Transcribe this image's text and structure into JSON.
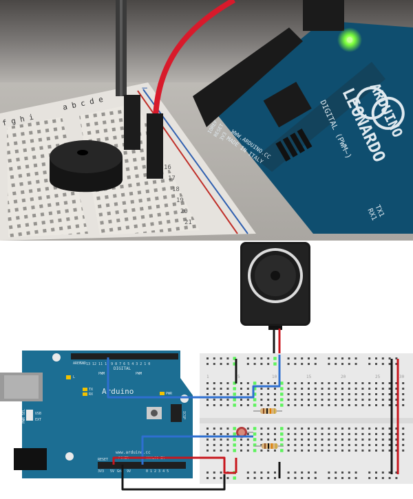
{
  "photo": {
    "board": {
      "brand": "ARDUINO",
      "model": "LEONARDO",
      "site": "WWW.ARDUINO.CC",
      "made_in": "MADE IN ITALY",
      "digital": "DIGITAL (PWM~)",
      "tx": "TX1",
      "rx": "RX1",
      "power_pins": [
        "IOREF",
        "RESET",
        "3V3"
      ]
    },
    "breadboard": {
      "column_letters": "a b c d e",
      "column_letters_far": "f g h i",
      "row_numbers": [
        "16",
        "17",
        "18",
        "19",
        "20",
        "21"
      ],
      "rail_plus": "+",
      "rail_minus": "−"
    },
    "colors": {
      "red_wire": "#d81a2b",
      "black_wire": "#2b2b2b",
      "board_teal": "#0f4e6f",
      "led_green": "#7CFF3a"
    }
  },
  "diagram": {
    "arduino": {
      "title": "Arduino",
      "digital_label": "DIGITAL",
      "aref": "AREF",
      "gnd": "GND",
      "digital_pins": "13 12 11 10 9 8   7 6 5 4 3 2 1 0",
      "pwm": "PWM",
      "tx": "TX",
      "rx": "RX",
      "l": "L",
      "pwr": "PWR",
      "usb": "USB",
      "ext": "EXT",
      "pwr_sel": "PWR SEL",
      "icsp": "ICSP",
      "site": "www.arduino.cc",
      "reset": "RESET",
      "v3": "3V3",
      "v5": "5V",
      "gnd_power": "Gnd",
      "vin": "9V",
      "analog_in": "ANALOG IN",
      "analog_pins": "0 1 2 3 4 5",
      "power": "POWER"
    },
    "breadboard": {
      "row_labels": [
        "1",
        "5",
        "10",
        "15",
        "20",
        "25",
        "30"
      ]
    },
    "colors": {
      "board": "#1c6e93",
      "wire_blue": "#2e6fd0",
      "wire_red": "#c8161d",
      "wire_black": "#151515",
      "highlight": "#5ef25e",
      "breadboard": "#e9e9e9"
    }
  }
}
